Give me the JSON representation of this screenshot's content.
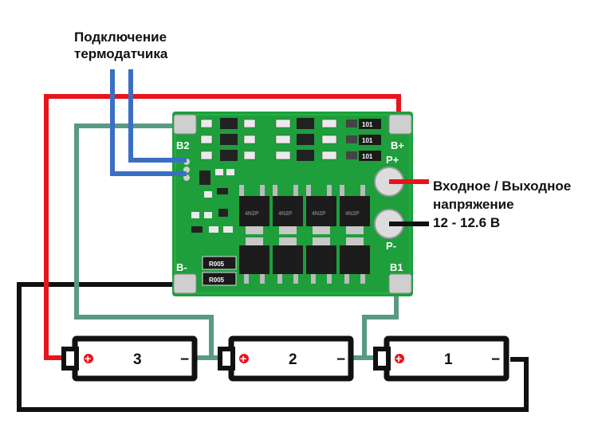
{
  "thermo_label": [
    "Подключение",
    "термодатчика"
  ],
  "io_label": [
    "Входное / Выходное",
    "напряжение",
    "12 - 12.6 В"
  ],
  "pcb_pads": {
    "b2": "B2",
    "bplus": "B+",
    "pplus": "P+",
    "pminus": "P-",
    "bminus": "B-",
    "b1": "B1"
  },
  "resistor_codes": [
    "101",
    "101",
    "101"
  ],
  "shunt_codes": [
    "R005",
    "R005"
  ],
  "mosfet_codes": [
    "4N2P",
    "4N2P",
    "4N2P",
    "4N2P"
  ],
  "batteries": [
    {
      "number": "3",
      "plus": "+",
      "minus": "−"
    },
    {
      "number": "2",
      "plus": "+",
      "minus": "−"
    },
    {
      "number": "1",
      "plus": "+",
      "minus": "−"
    }
  ],
  "colors": {
    "red_wire": "#e8141b",
    "black_wire": "#111111",
    "teal_wire": "#5a9a84",
    "blue_wire": "#3a6fc4",
    "pcb_green": "#1f9e3c",
    "pad_silver": "#cfcfcf"
  }
}
